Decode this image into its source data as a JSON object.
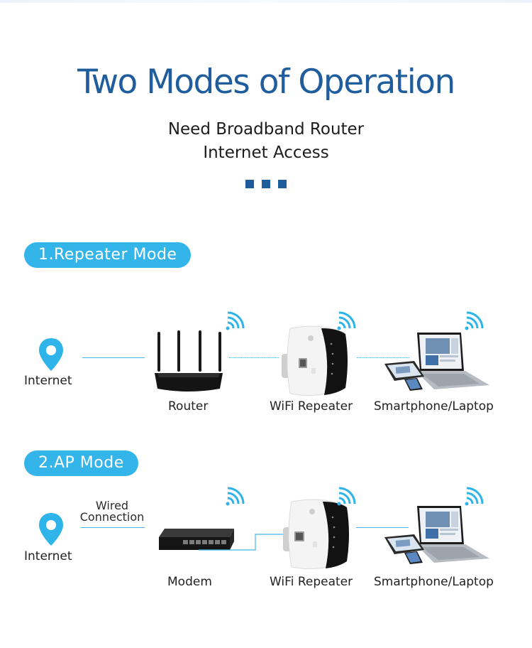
{
  "header": {
    "title": "Two Modes of Operation",
    "subtitle_line1": "Need Broadband Router",
    "subtitle_line2": "Internet Access"
  },
  "colors": {
    "title_blue": "#1f5d9c",
    "pill_blue": "#33b5ea",
    "line_blue": "#3fb6e8"
  },
  "repeater_mode": {
    "heading": "1.Repeater Mode",
    "internet_label": "Internet",
    "router_label": "Router",
    "repeater_label": "WiFi Repeater",
    "client_label": "Smartphone/Laptop",
    "icons": [
      "location-pin-icon",
      "router-icon",
      "wifi-signal-icon",
      "wifi-repeater-icon",
      "laptop-phone-icon"
    ]
  },
  "ap_mode": {
    "heading": "2.AP Mode",
    "internet_label": "Internet",
    "wired_line1": "Wired",
    "wired_line2": "Connection",
    "modem_label": "Modem",
    "repeater_label": "WiFi Repeater",
    "client_label": "Smartphone/Laptop",
    "icons": [
      "location-pin-icon",
      "modem-switch-icon",
      "wifi-signal-icon",
      "wifi-repeater-icon",
      "laptop-phone-icon"
    ]
  }
}
